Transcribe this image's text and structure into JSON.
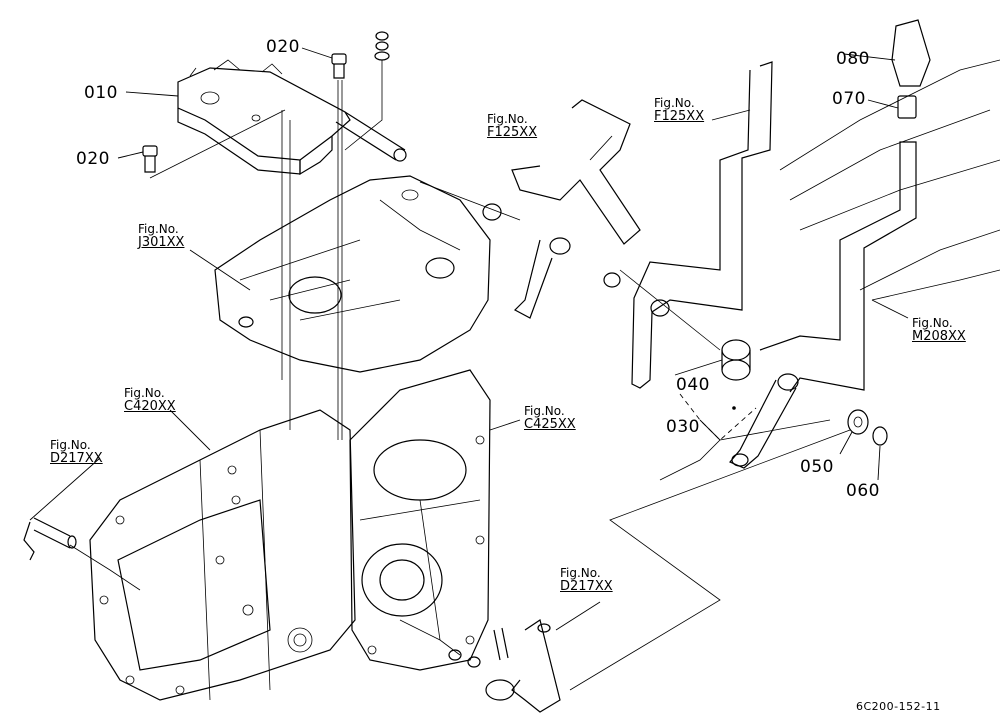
{
  "part_labels": {
    "p010": "010",
    "p020a": "020",
    "p020b": "020",
    "p030": "030",
    "p040": "040",
    "p050": "050",
    "p060": "060",
    "p070": "070",
    "p080": "080"
  },
  "figure_refs": {
    "fig_no_label": "Fig.No.",
    "f125_left": "F125XX",
    "f125_right": "F125XX",
    "j301": "J301XX",
    "c420": "C420XX",
    "c425": "C425XX",
    "d217_left": "D217XX",
    "d217_bottom": "D217XX",
    "m208": "M208XX"
  },
  "drawing_code": "6C200-152-11"
}
